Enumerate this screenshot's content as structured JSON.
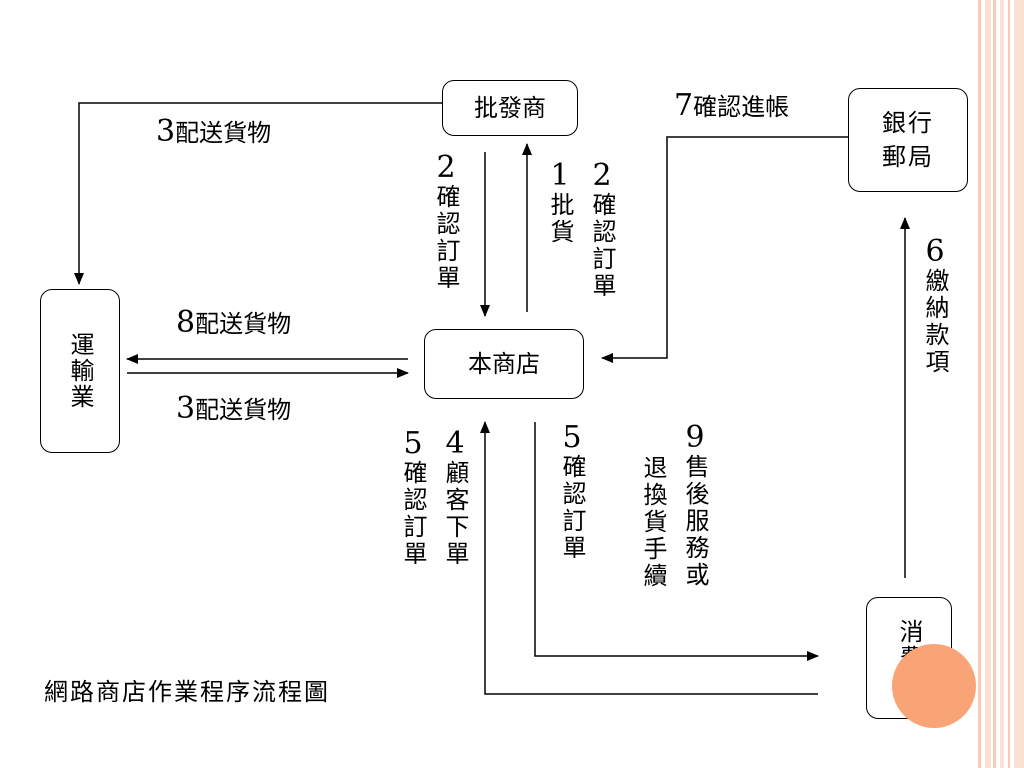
{
  "colors": {
    "stripe_peach": "#f8c9b3",
    "stripe_light": "#fbe1d4",
    "accent_circle": "#f9a477",
    "line": "#000000"
  },
  "nodes": {
    "wholesaler": "批發商",
    "bank": "銀行郵局",
    "bank_line1": "銀行",
    "bank_line2": "郵局",
    "logistics": "運輸業",
    "store": "本商店",
    "consumer": "消費者"
  },
  "labels": {
    "wholesaler_to_logistics": {
      "num": "3",
      "text": "配送貨物"
    },
    "store_to_logistics": {
      "num": "8",
      "text": "配送貨物"
    },
    "logistics_to_store": {
      "num": "3",
      "text": "配送貨物"
    },
    "bank_to_store": {
      "num": "7",
      "text": "確認進帳"
    },
    "wholesaler_to_store": {
      "num": "2",
      "text": "確認訂單"
    },
    "store_to_wholesaler_a": {
      "num": "1",
      "text": "批貨"
    },
    "store_to_wholesaler_b": {
      "num": "2",
      "text": "確認訂單"
    },
    "consumer_to_bank": {
      "num": "6",
      "text": "繳納款項"
    },
    "store_confirm_to_consumer": {
      "num": "5",
      "text": "確認訂單"
    },
    "consumer_order": {
      "num": "4",
      "text": "顧客下單"
    },
    "store_to_consumer_confirm": {
      "num": "5",
      "text": "確認訂單"
    },
    "after_sales_a": {
      "num": "9",
      "text": "售後服務或"
    },
    "after_sales_b": {
      "text": "退換貨手續"
    }
  },
  "title": "網路商店作業程序流程圖"
}
